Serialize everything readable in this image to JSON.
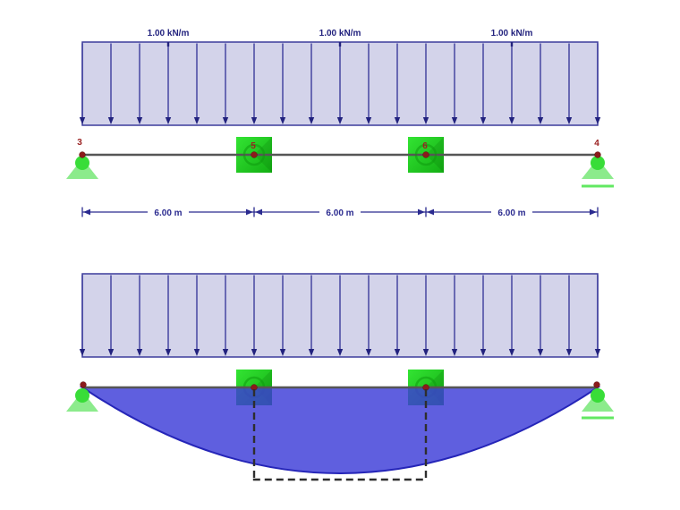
{
  "canvas": {
    "background": "#ffffff"
  },
  "model_view": {
    "load_labels": [
      "1.00 kN/m",
      "1.00 kN/m",
      "1.00 kN/m"
    ],
    "node_labels": {
      "left_support": "3",
      "hinge_left": "5",
      "hinge_right": "6",
      "right_support": "4"
    },
    "dimension_labels": [
      "6.00 m",
      "6.00 m",
      "6.00 m"
    ]
  },
  "colors": {
    "load_fill": "#d3d3ea",
    "load_stroke": "#3c3c9c",
    "arrow_head_navy": "#22227e",
    "dimension_navy": "#2a2a8f",
    "node_label_red": "#9b2222",
    "node_dot_red": "#8b1b1b",
    "beam_gray": "#565656",
    "hinge_green": "#22d422",
    "support_circle_green": "#38dd38",
    "support_triangle_green": "#8ceb8c",
    "roller_line_green": "#62e862",
    "moment_fill_blue": "#3c3cd8",
    "moment_edge_blue": "#2525b8",
    "dashed_outline": "#2e2e2e"
  }
}
